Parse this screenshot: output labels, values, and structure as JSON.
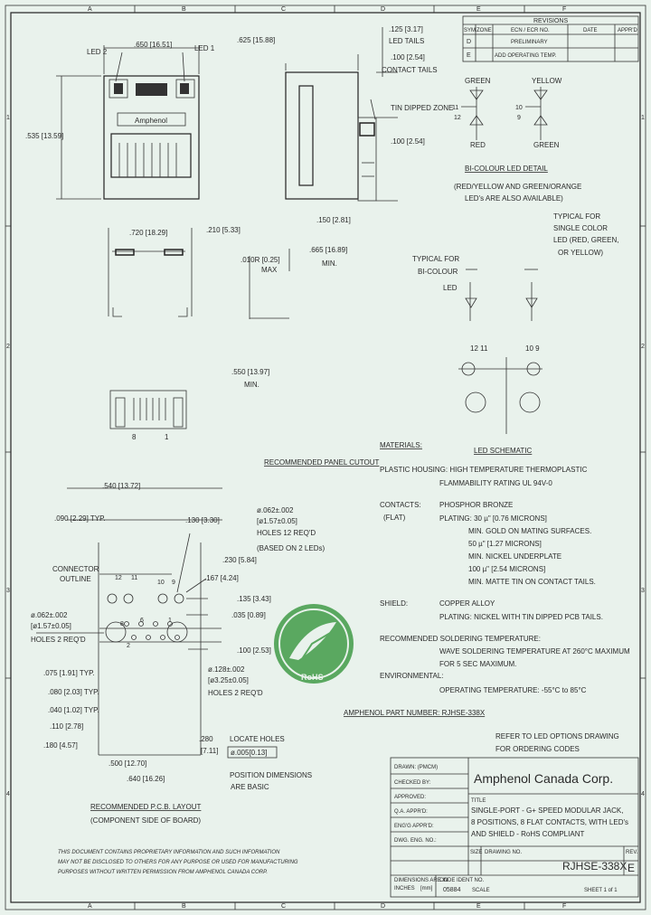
{
  "zones": {
    "top": [
      "A",
      "B",
      "C",
      "D",
      "E",
      "F"
    ],
    "bottom": [
      "A",
      "B",
      "C",
      "D",
      "E",
      "F"
    ],
    "left": [
      "1",
      "2",
      "3",
      "4"
    ],
    "right": [
      "1",
      "2",
      "3",
      "4"
    ]
  },
  "front_view": {
    "led2": "LED 2",
    "led1": "LED 1",
    "width_dim": ".650 [16.51]",
    "height_dim": ".535 [13.59]",
    "logo": "Amphenol"
  },
  "side_view": {
    "led_tails": ".125 [3.17]",
    "led_tails_label": "LED TAILS",
    "contact_tails": ".100 [2.54]",
    "contact_tails_label": "CONTACT TAILS",
    "left_dim": ".625 [15.88]",
    "tin_zone": "TIN DIPPED ZONE",
    "pitch": ".100 [2.54]",
    "bottom_dim": ".150 [2.81]"
  },
  "panel": {
    "width_dim": ".720 [18.29]",
    "height_dim": ".210 [5.33]",
    "radius": ".010R [0.25]",
    "radius_max": "MAX",
    "depth_dim": ".665 [16.89]",
    "depth_min": "MIN.",
    "bottom_dim": ".550 [13.97]",
    "bottom_min": "MIN.",
    "pin8": "8",
    "pin1": "1",
    "title": "RECOMMENDED PANEL CUTOUT"
  },
  "pcb": {
    "top_dim": ".540 [13.72]",
    "pitch_typ": ".090 [2.29] TYP.",
    "pitch2": ".130 [3.30]",
    "hole12": "ø.062±.002",
    "hole12_mm": "[ø1.57±0.05]",
    "holes12_label": "HOLES 12 REQ'D",
    "based_on": "(BASED ON 2 LEDs)",
    "dim_230": ".230 [5.84]",
    "dim_167": ".167 [4.24]",
    "dim_135": ".135 [3.43]",
    "dim_035": ".035 [0.89]",
    "dim_100": ".100 [2.53]",
    "connector": "CONNECTOR",
    "outline": "OUTLINE",
    "hole2": "ø.062±.002",
    "hole2_mm": "[ø1.57±0.05]",
    "holes2_label": "HOLES 2 REQ'D",
    "dim_075": ".075 [1.91] TYP.",
    "dim_080": ".080 [2.03] TYP.",
    "dim_040": ".040 [1.02] TYP.",
    "dim_110": ".110 [2.78]",
    "dim_180": ".180 [4.57]",
    "hole3": "ø.128±.002",
    "hole3_mm": "[ø3.25±0.05]",
    "holes3_label": "HOLES 2 REQ'D",
    "dim_280": ".280",
    "dim_280_mm": "[7.11]",
    "locate": "LOCATE HOLES",
    "tolerance": "ø.005[0.13]",
    "dim_500": ".500 [12.70]",
    "dim_640": ".640 [16.26]",
    "position": "POSITION DIMENSIONS",
    "basic": "ARE BASIC",
    "pins": [
      "12",
      "11",
      "10",
      "9",
      "8",
      "6",
      "1",
      "2"
    ],
    "title": "RECOMMENDED P.C.B. LAYOUT",
    "subtitle": "(COMPONENT SIDE OF BOARD)"
  },
  "revisions": {
    "title": "REVISIONS",
    "headers": [
      "SYM",
      "ZONE",
      "ECN / ECR NO.",
      "DATE",
      "APPR'D"
    ],
    "rows": [
      [
        "D",
        "",
        "PRELIMINARY",
        "",
        ""
      ],
      [
        "E",
        "",
        "ADD OPERATING TEMP.",
        "",
        ""
      ]
    ]
  },
  "bicolour": {
    "green": "GREEN",
    "yellow": "YELLOW",
    "red": "RED",
    "green2": "GREEN",
    "pin11": "11",
    "pin12": "12",
    "pin10": "10",
    "pin9": "9",
    "title": "BI-COLOUR LED DETAIL",
    "note1": "(RED/YELLOW AND GREEN/ORANGE",
    "note2": "LED's ARE ALSO AVAILABLE)"
  },
  "schematic": {
    "typ_single1": "TYPICAL FOR",
    "typ_single2": "SINGLE COLOR",
    "typ_single3": "LED (RED, GREEN,",
    "typ_single4": "OR YELLOW)",
    "typ_bi1": "TYPICAL FOR",
    "typ_bi2": "BI-COLOUR",
    "typ_bi3": "LED",
    "pins_left": "12 11",
    "pins_right": "10 9",
    "title": "LED SCHEMATIC"
  },
  "materials": {
    "heading": "MATERIALS:",
    "plastic": "PLASTIC HOUSING: HIGH TEMPERATURE THERMOPLASTIC",
    "flam": "FLAMMABILITY RATING UL 94V-0",
    "contacts": "CONTACTS:",
    "contacts_val": "PHOSPHOR BRONZE",
    "flat": "(FLAT)",
    "plating1": "PLATING: 30 µ\" [0.76 MICRONS]",
    "plating2": "MIN. GOLD ON MATING SURFACES.",
    "plating3": "50 µ\" [1.27 MICRONS]",
    "plating4": "MIN. NICKEL UNDERPLATE",
    "plating5": "100 µ\" [2.54 MICRONS]",
    "plating6": "MIN. MATTE TIN ON CONTACT TAILS.",
    "shield": "SHIELD:",
    "shield_val": "COPPER ALLOY",
    "shield_plating": "PLATING: NICKEL WITH TIN DIPPED PCB TAILS.",
    "solder": "RECOMMENDED SOLDERING TEMPERATURE:",
    "solder1": "WAVE SOLDERING TEMPERATURE AT 260°C MAXIMUM",
    "solder2": "FOR 5 SEC MAXIMUM.",
    "env": "ENVIRONMENTAL:",
    "env_val": "OPERATING TEMPERATURE: -55°C to 85°C",
    "part_label": "AMPHENOL PART NUMBER: RJHSE-338X",
    "refer1": "REFER TO LED OPTIONS DRAWING",
    "refer2": "FOR ORDERING CODES"
  },
  "rohs": {
    "stamp": "RoHS"
  },
  "title_block": {
    "company": "Amphenol Canada Corp.",
    "title_label": "TITLE",
    "title1": "SINGLE-PORT - G+ SPEED MODULAR JACK,",
    "title2": "8 POSITIONS, 8 FLAT CONTACTS, WITH LED's",
    "title3": "AND SHIELD - RoHS COMPLIANT",
    "drawn": "DRAWN: (PMCM)",
    "checked": "CHECKED BY:",
    "approved": "APPROVED:",
    "qa": "Q.A. APPR'D:",
    "eng": "ENG'G APPR'D:",
    "dwg_eng": "DWG. ENG. NO.:",
    "size": "SIZE",
    "dwg_no_label": "DRAWING NO.",
    "rev_label": "REV.",
    "dwg_no": "RJHSE-338X",
    "rev": "E",
    "dims": "DIMENSIONS ARE IN",
    "inches": "INCHES",
    "mm": "[mm]",
    "cage": "CODE IDENT NO.",
    "cage_val": "05884",
    "scale": "SCALE",
    "sheet": "SHEET 1 of 1"
  },
  "disclaimer": {
    "line1": "THIS DOCUMENT CONTAINS PROPRIETARY INFORMATION AND SUCH INFORMATION",
    "line2": "MAY NOT BE DISCLOSED TO OTHERS FOR ANY PURPOSE OR USED FOR MANUFACTURING",
    "line3": "PURPOSES WITHOUT WRITTEN PERMISSION FROM AMPHENOL CANADA CORP."
  }
}
